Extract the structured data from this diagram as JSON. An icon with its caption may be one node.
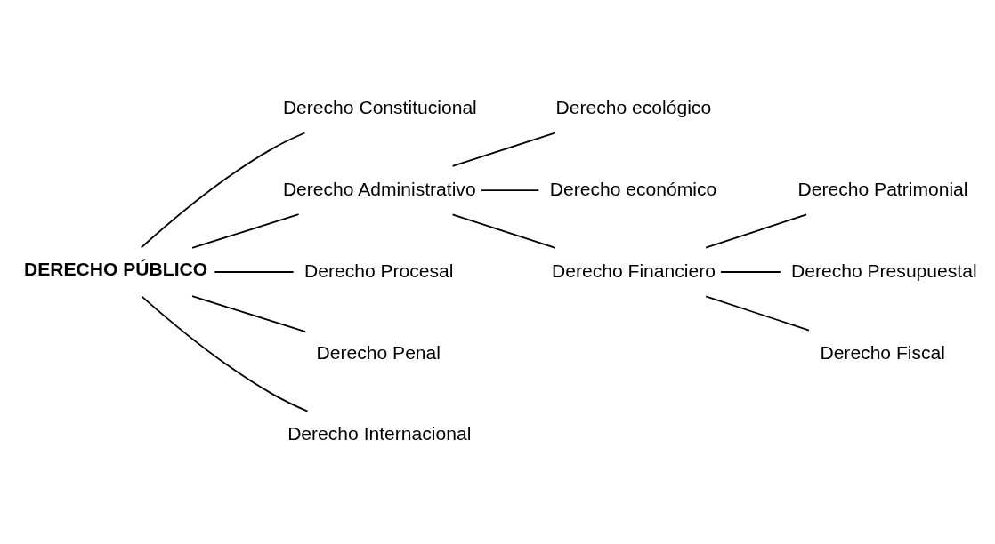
{
  "diagram": {
    "nodes": [
      {
        "text": [
          "DERECHO PÚBLICO"
        ]
      },
      {
        "text": [
          "Derecho Constitucional"
        ]
      },
      {
        "text": [
          "Derecho Administrativo"
        ]
      },
      {
        "text": [
          "Derecho Procesal"
        ]
      },
      {
        "text": [
          "Derecho Penal"
        ]
      },
      {
        "text": [
          "Derecho Internacional"
        ]
      },
      {
        "text": [
          "Derecho ecológico"
        ]
      },
      {
        "text": [
          "Derecho económico"
        ]
      },
      {
        "text": [
          "Derecho Financiero"
        ]
      },
      {
        "text": [
          "Derecho Patrimonial"
        ]
      },
      {
        "text": [
          "Derecho Presupuestal"
        ]
      },
      {
        "text": [
          "Derecho Fiscal"
        ]
      }
    ],
    "edges": [
      {
        "from": 0,
        "to": 1,
        "arrow": "none"
      },
      {
        "from": 0,
        "to": 2,
        "arrow": "none"
      },
      {
        "from": 0,
        "to": 3,
        "arrow": "none"
      },
      {
        "from": 0,
        "to": 4,
        "arrow": "none"
      },
      {
        "from": 0,
        "to": 5,
        "arrow": "none"
      },
      {
        "from": 2,
        "to": 6,
        "arrow": "none"
      },
      {
        "from": 2,
        "to": 7,
        "arrow": "none"
      },
      {
        "from": 2,
        "to": 8,
        "arrow": "none"
      },
      {
        "from": 8,
        "to": 9,
        "arrow": "none"
      },
      {
        "from": 8,
        "to": 10,
        "arrow": "none"
      },
      {
        "from": 8,
        "to": 11,
        "arrow": "none"
      }
    ]
  }
}
